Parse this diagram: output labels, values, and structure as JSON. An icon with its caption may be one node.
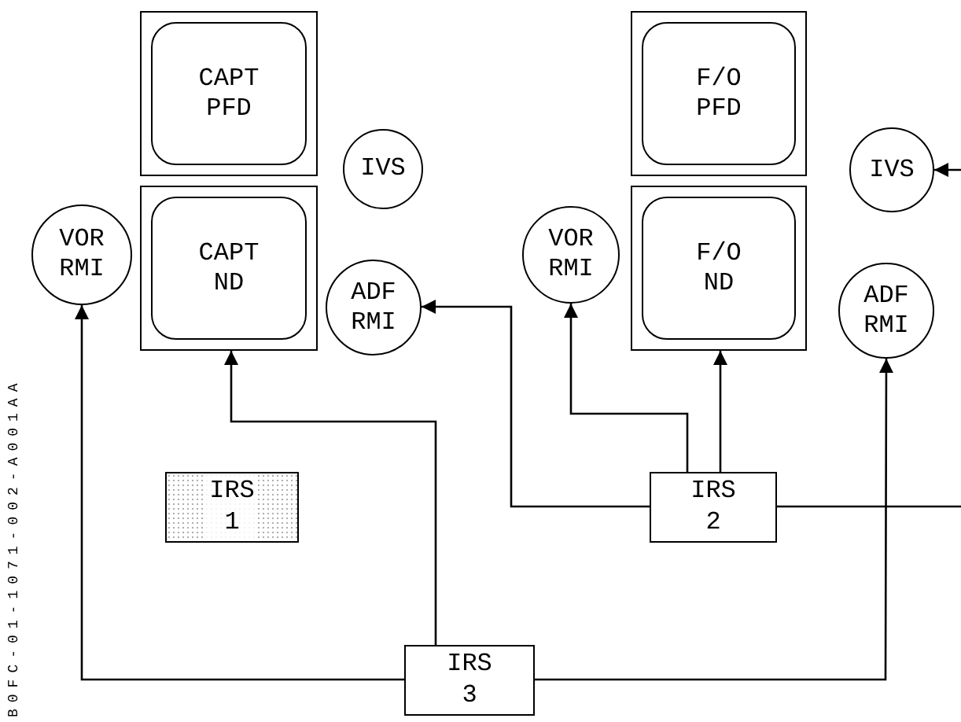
{
  "diagram": {
    "nodes": [
      {
        "text": [
          "CAPT PFD"
        ]
      },
      {
        "text": [
          "IVS"
        ]
      },
      {
        "text": [
          "VOR RMI"
        ]
      },
      {
        "text": [
          "CAPT ND"
        ]
      },
      {
        "text": [
          "ADF RMI"
        ]
      },
      {
        "text": [
          "F/O PFD"
        ]
      },
      {
        "text": [
          "IVS"
        ]
      },
      {
        "text": [
          "VOR RMI"
        ]
      },
      {
        "text": [
          "F/O ND"
        ]
      },
      {
        "text": [
          "ADF RMI"
        ]
      },
      {
        "text": [
          "IRS 1"
        ]
      },
      {
        "text": [
          "IRS 2"
        ]
      },
      {
        "text": [
          "IRS 3"
        ]
      }
    ],
    "edges": [
      {
        "from": 12,
        "to": 2,
        "arrow": "to"
      },
      {
        "from": 12,
        "to": 3,
        "arrow": "to"
      },
      {
        "from": 12,
        "to": 9,
        "arrow": "to"
      },
      {
        "from": 11,
        "to": 4,
        "arrow": "to"
      },
      {
        "from": 11,
        "to": 7,
        "arrow": "to"
      },
      {
        "from": 11,
        "to": 8,
        "arrow": "to"
      },
      {
        "from": 11,
        "to": null,
        "arrow": "none"
      },
      {
        "from": null,
        "to": 6,
        "arrow": "to"
      }
    ],
    "labels": [
      "B0FC-01-1071-002-A001AA"
    ]
  }
}
